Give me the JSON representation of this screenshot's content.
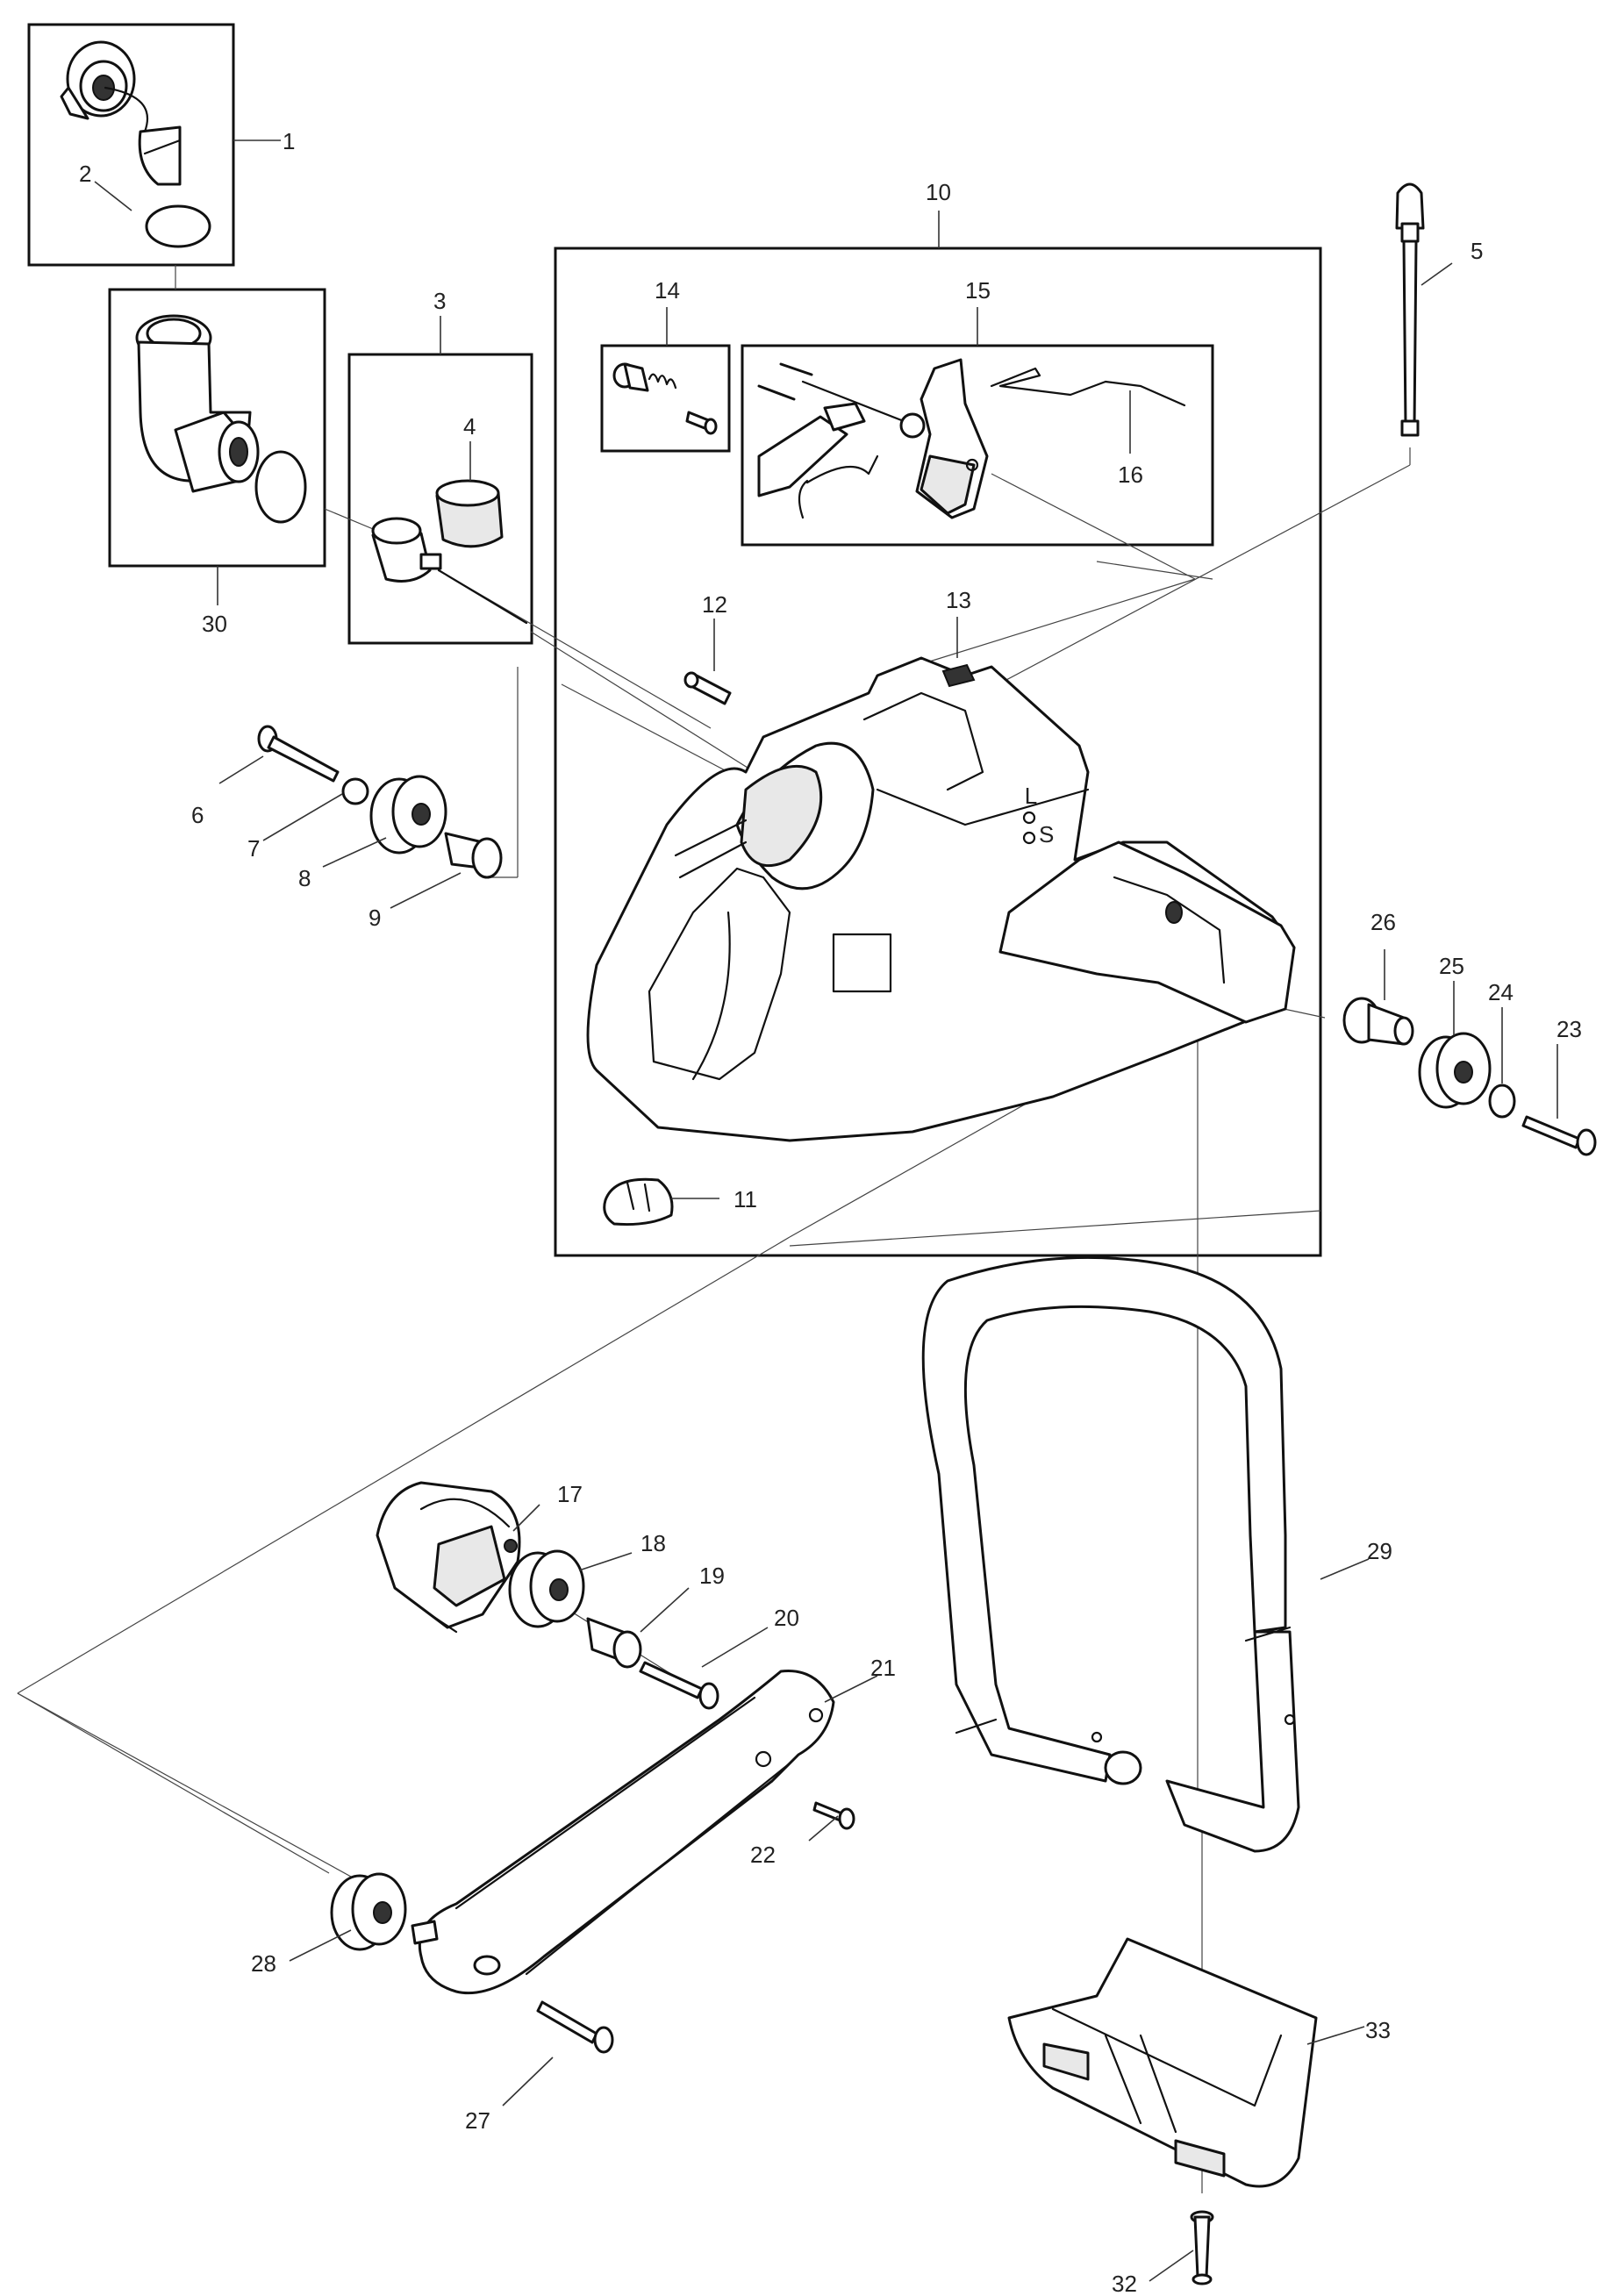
{
  "parts": [
    {
      "id": "1",
      "label": "1"
    },
    {
      "id": "2",
      "label": "2"
    },
    {
      "id": "3",
      "label": "3"
    },
    {
      "id": "4",
      "label": "4"
    },
    {
      "id": "5",
      "label": "5"
    },
    {
      "id": "6",
      "label": "6"
    },
    {
      "id": "7",
      "label": "7"
    },
    {
      "id": "8",
      "label": "8"
    },
    {
      "id": "9",
      "label": "9"
    },
    {
      "id": "10",
      "label": "10"
    },
    {
      "id": "11",
      "label": "11"
    },
    {
      "id": "12",
      "label": "12"
    },
    {
      "id": "13",
      "label": "13"
    },
    {
      "id": "14",
      "label": "14"
    },
    {
      "id": "15",
      "label": "15"
    },
    {
      "id": "16",
      "label": "16"
    },
    {
      "id": "17",
      "label": "17"
    },
    {
      "id": "18",
      "label": "18"
    },
    {
      "id": "19",
      "label": "19"
    },
    {
      "id": "20",
      "label": "20"
    },
    {
      "id": "21",
      "label": "21"
    },
    {
      "id": "22",
      "label": "22"
    },
    {
      "id": "23",
      "label": "23"
    },
    {
      "id": "24",
      "label": "24"
    },
    {
      "id": "25",
      "label": "25"
    },
    {
      "id": "26",
      "label": "26"
    },
    {
      "id": "27",
      "label": "27"
    },
    {
      "id": "28",
      "label": "28"
    },
    {
      "id": "29",
      "label": "29"
    },
    {
      "id": "30",
      "label": "30"
    },
    {
      "id": "32",
      "label": "32"
    },
    {
      "id": "33",
      "label": "33"
    }
  ],
  "handle_markings": {
    "l": "L",
    "s": "S"
  }
}
